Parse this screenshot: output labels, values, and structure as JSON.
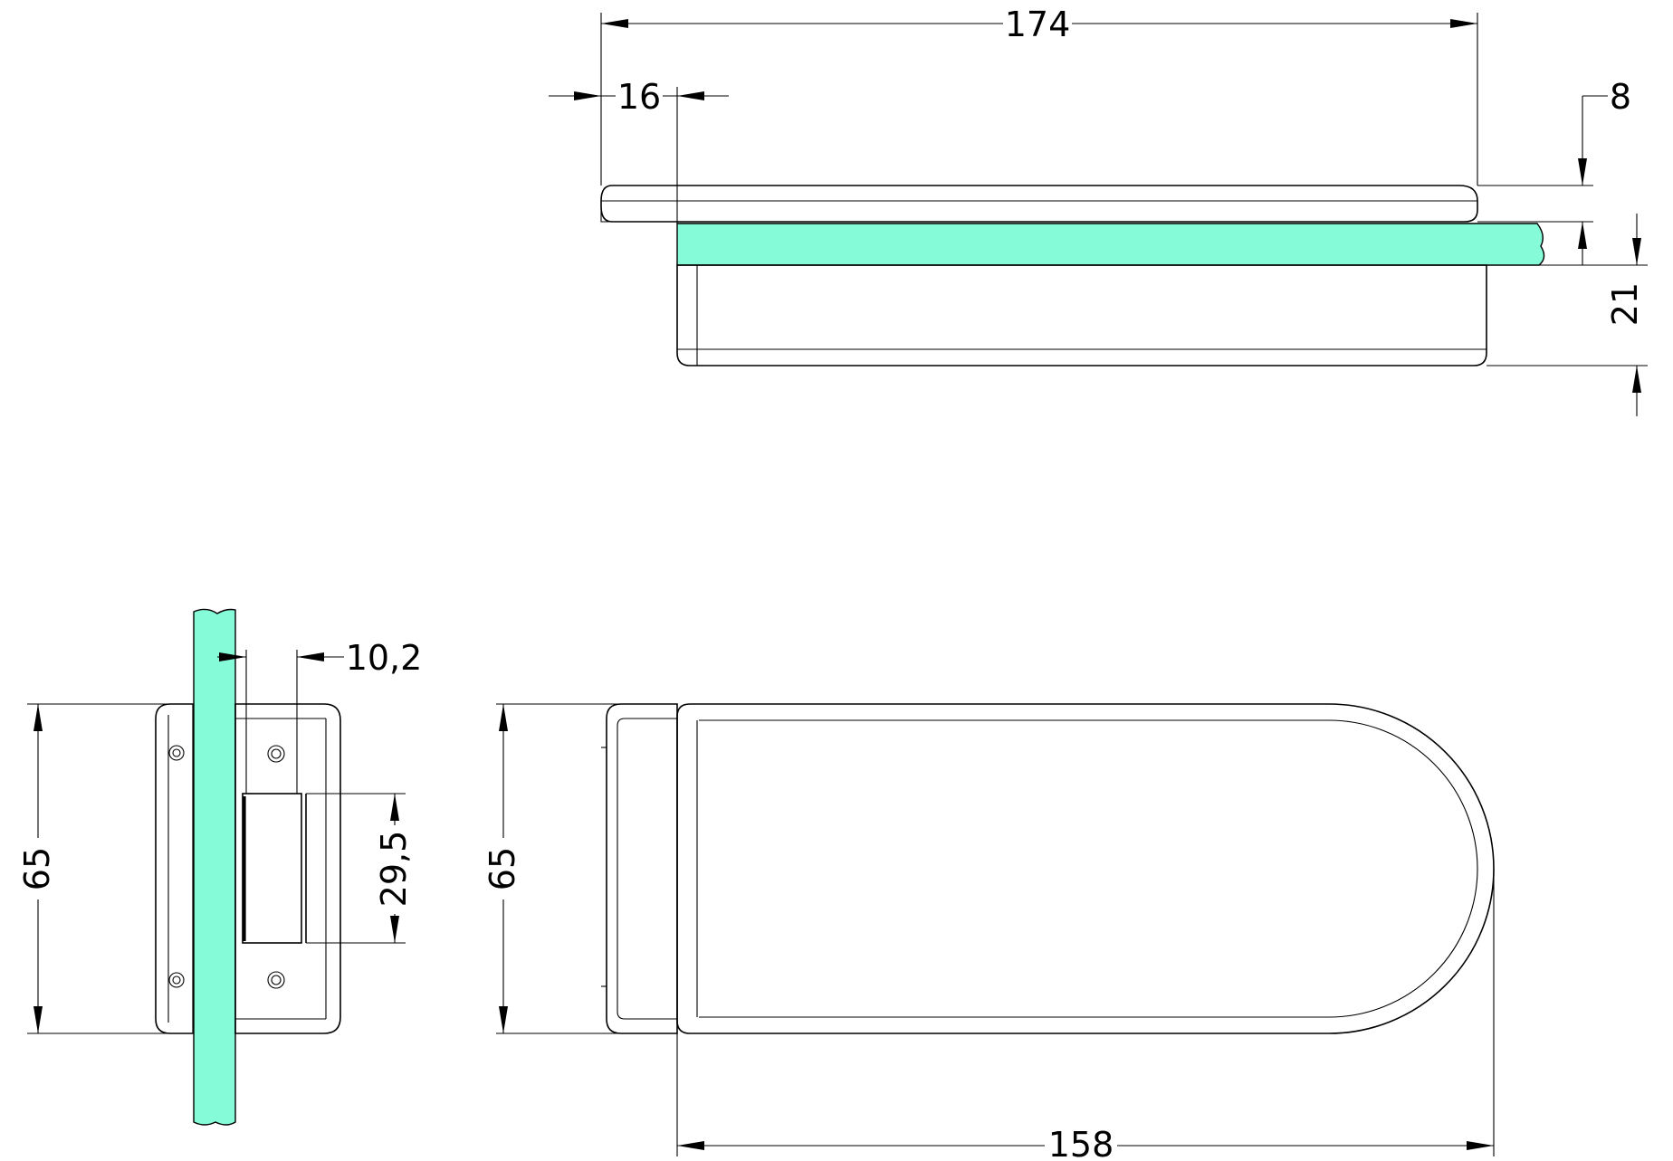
{
  "colors": {
    "glass": "#86fbd8",
    "line": "#000000",
    "background": "#ffffff"
  },
  "views": {
    "top": {
      "overall_length": "174",
      "offset": "16",
      "plate": "8",
      "height": "21"
    },
    "side": {
      "height": "65",
      "glass_gap": "10,2",
      "hinge_height": "29,5"
    },
    "front": {
      "height": "65",
      "length": "158"
    }
  }
}
